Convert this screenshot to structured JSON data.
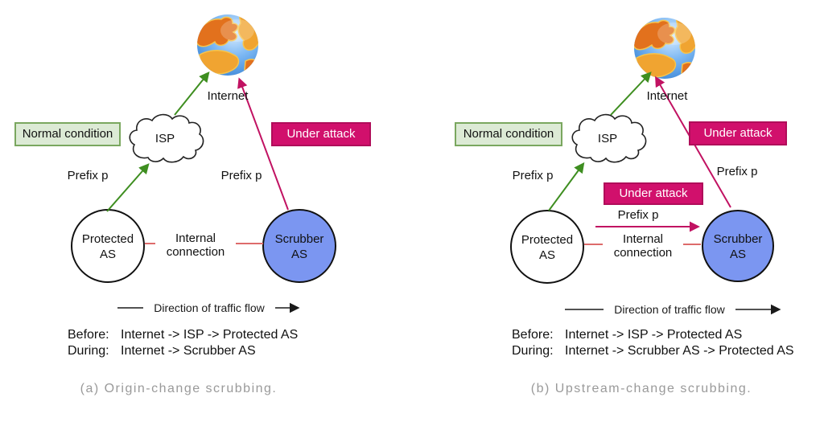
{
  "colors": {
    "green_arrow": "#3e8e20",
    "attack_pink": "#d1106c",
    "attack_border": "#b00d5a",
    "attack_arrow": "#c11262",
    "internal_line": "#dd6b6b",
    "normal_fill": "#dcead5",
    "normal_border": "#7aa75f",
    "scrubber_fill": "#7b96f1",
    "caption_gray": "#9a9a9a"
  },
  "panels": [
    {
      "internet_label": "Internet",
      "isp_label": "ISP",
      "normal_condition_label": "Normal condition",
      "under_attack_label": "Under attack",
      "prefix_green_label": "Prefix p",
      "prefix_attack_label": "Prefix p",
      "protected_as_label": "Protected AS",
      "scrubber_as_label": "Scrubber AS",
      "internal_connection_label": "Internal connection",
      "direction_label": "Direction of traffic flow",
      "routes": [
        {
          "label": "Before:",
          "path": "Internet -> ISP -> Protected AS"
        },
        {
          "label": "During:",
          "path": "Internet -> Scrubber AS"
        }
      ],
      "caption": "(a) Origin-change scrubbing."
    },
    {
      "internet_label": "Internet",
      "isp_label": "ISP",
      "normal_condition_label": "Normal condition",
      "under_attack_label": "Under attack",
      "under_attack_mid_label": "Under attack",
      "prefix_green_label": "Prefix p",
      "prefix_attack_label": "Prefix p",
      "prefix_mid_label": "Prefix p",
      "protected_as_label": "Protected AS",
      "scrubber_as_label": "Scrubber AS",
      "internal_connection_label": "Internal connection",
      "direction_label": "Direction of traffic flow",
      "routes": [
        {
          "label": "Before:",
          "path": "Internet -> ISP -> Protected AS"
        },
        {
          "label": "During:",
          "path": "Internet -> Scrubber AS -> Protected AS"
        }
      ],
      "caption": "(b) Upstream-change scrubbing."
    }
  ]
}
